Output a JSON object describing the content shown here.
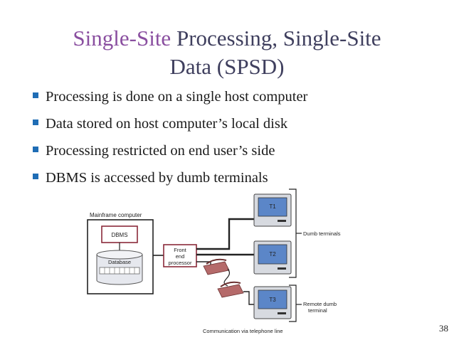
{
  "slide": {
    "title_accent": "Single-Site",
    "title_rest": " Processing, Single-Site",
    "title_line2": "Data (SPSD)",
    "bullets": [
      "Processing is done on a single host computer",
      "Data stored on host computer’s local disk",
      "Processing restricted on end user’s side",
      "DBMS is accessed by dumb terminals"
    ],
    "page_number": "38"
  },
  "diagram": {
    "mainframe_label": "Mainframe computer",
    "dbms_label": "DBMS",
    "database_label": "Database",
    "front_end_line1": "Front",
    "front_end_line2": "end",
    "front_end_line3": "processor",
    "terminal_labels": [
      "T1",
      "T2",
      "T3"
    ],
    "dumb_terminals_label": "Dumb terminals",
    "remote_line1": "Remote dumb",
    "remote_line2": "terminal",
    "phone_caption": "Communication via telephone line"
  },
  "colors": {
    "title_accent": "#8a4fa0",
    "title_text": "#3f3f5e",
    "bullet_square": "#1f6db5",
    "box_border": "#8a2a3a",
    "terminal_screen": "#5b86c8",
    "terminal_case": "#d7dae0",
    "phone": "#b56a6a"
  }
}
